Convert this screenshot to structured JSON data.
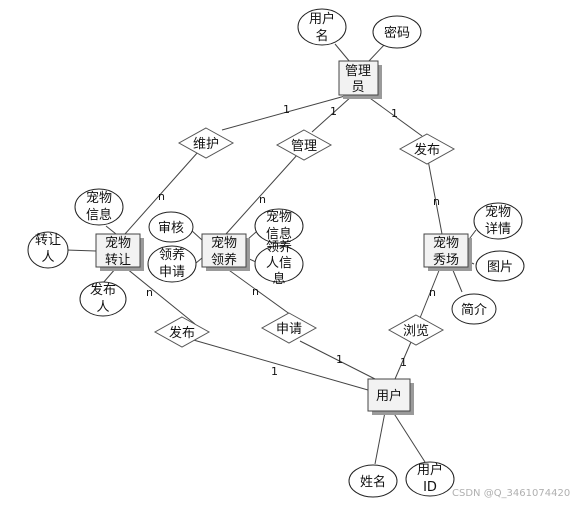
{
  "entities": {
    "admin": "管理员",
    "pet_transfer": "宠物转让",
    "pet_adopt": "宠物领养",
    "pet_show": "宠物秀场",
    "user": "用户"
  },
  "relationships": {
    "maintain": "维护",
    "manage": "管理",
    "publish_show": "发布",
    "publish_transfer": "发布",
    "apply": "申请",
    "browse": "浏览"
  },
  "attributes": {
    "admin_username": "用户名",
    "admin_password": "密码",
    "transfer_pet_info": "宠物信息",
    "transfer_transferor": "转让人",
    "transfer_publisher": "发布人",
    "adopt_review": "审核",
    "adopt_apply_review": "领养申请",
    "adopt_pet_info": "宠物信息",
    "adopt_adopter_info": "领养人信息",
    "show_pet_detail": "宠物详情",
    "show_picture": "图片",
    "show_intro": "简介",
    "user_name": "姓名",
    "user_id": "用户ID"
  },
  "cardinalities": {
    "one": "1",
    "many": "n"
  },
  "watermark": "CSDN @Q_3461074420"
}
